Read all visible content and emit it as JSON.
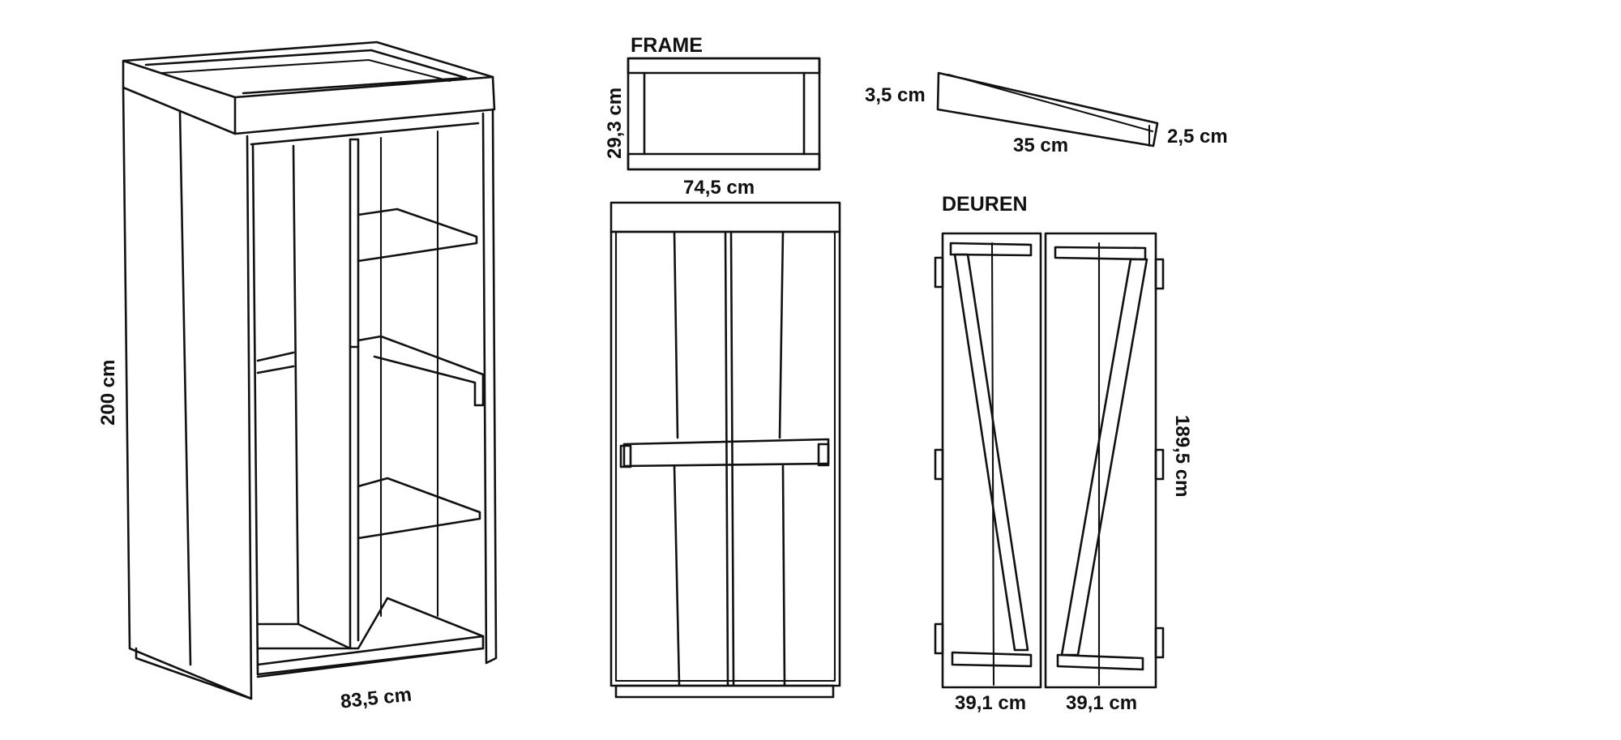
{
  "labels": {
    "cabinet_height": "200 cm",
    "cabinet_width": "83,5 cm",
    "frame_heading": "FRAME",
    "frame_height": "29,3 cm",
    "frame_width": "74,5 cm",
    "strip_thickness": "3,5 cm",
    "strip_length": "35 cm",
    "strip_end": "2,5 cm",
    "doors_heading": "DEUREN",
    "door_height": "189,5 cm",
    "door_left_width": "39,1 cm",
    "door_right_width": "39,1 cm"
  },
  "colors": {
    "ink": "#111111",
    "paper": "#ffffff"
  }
}
